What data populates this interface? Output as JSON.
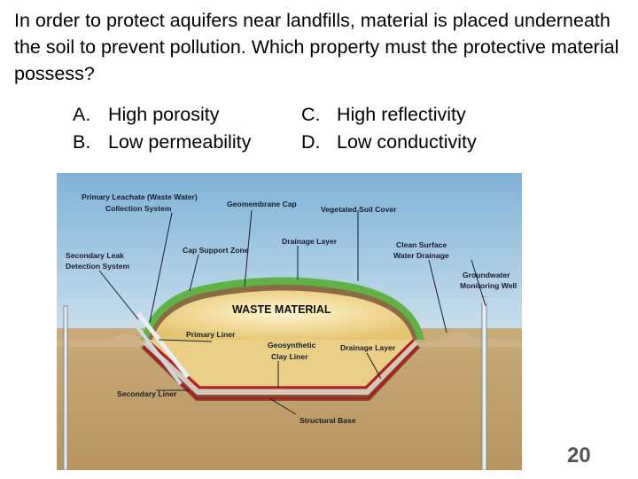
{
  "question": "In order to protect aquifers near landfills, material is placed underneath the soil to prevent pollution.  Which property must the protective material possess?",
  "options": [
    {
      "letter": "A.",
      "text": "High porosity"
    },
    {
      "letter": "B.",
      "text": "Low permeability"
    },
    {
      "letter": "C.",
      "text": "High reflectivity"
    },
    {
      "letter": "D.",
      "text": "Low conductivity"
    }
  ],
  "diagram": {
    "labels": {
      "primary_leachate_1": "Primary Leachate (Waste Water)",
      "primary_leachate_2": "Collection System",
      "geomembrane_cap": "Geomembrane Cap",
      "vegetated_soil": "Vegetated Soil Cover",
      "drainage_layer_top": "Drainage Layer",
      "cap_support": "Cap Support Zone",
      "clean_surface_1": "Clean Surface",
      "clean_surface_2": "Water Drainage",
      "secondary_leak_1": "Secondary Leak",
      "secondary_leak_2": "Detection System",
      "groundwater_1": "Groundwater",
      "groundwater_2": "Monitoring Well",
      "waste_material": "WASTE MATERIAL",
      "primary_liner": "Primary Liner",
      "geosynthetic_1": "Geosynthetic",
      "geosynthetic_2": "Clay Liner",
      "drainage_layer_bottom": "Drainage Layer",
      "secondary_liner": "Secondary Liner",
      "structural_base": "Structural Base"
    }
  },
  "page_number": "20"
}
